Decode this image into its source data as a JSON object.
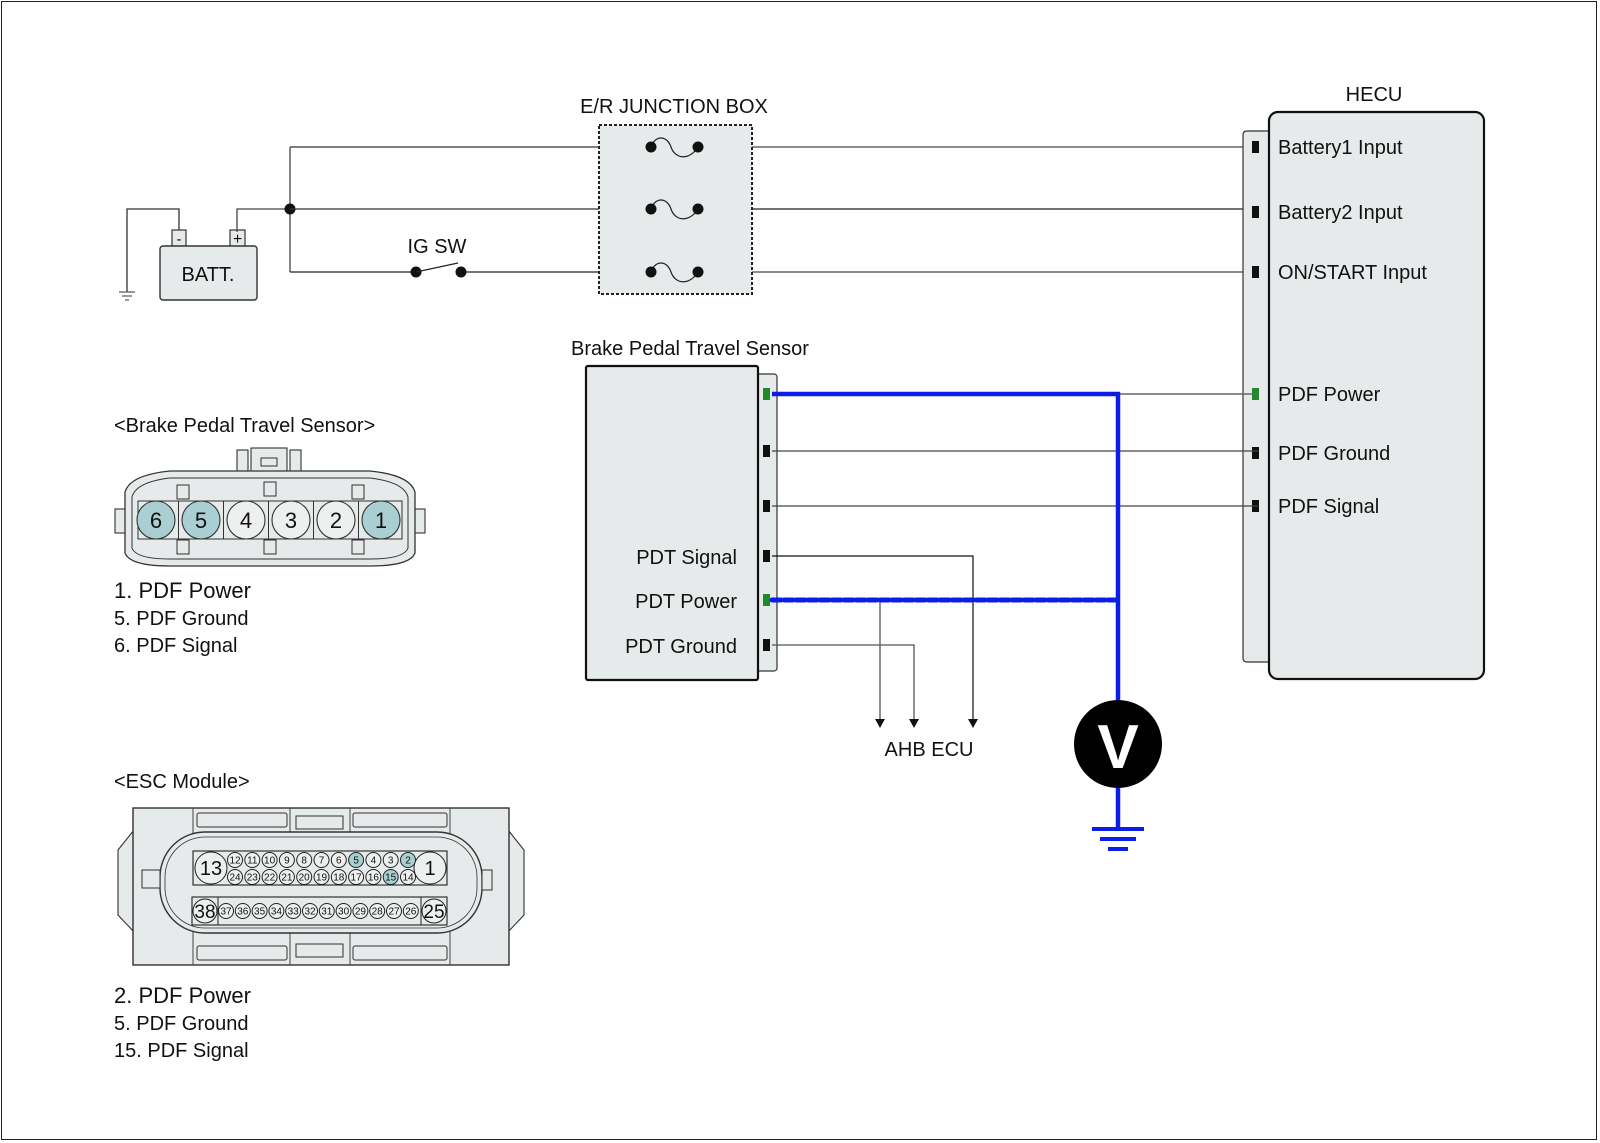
{
  "colors": {
    "measure_wire": "#0a1ee8",
    "power_label": "#1f8a2a",
    "component_fill": "#e6eaea",
    "pin_highlight": "#a9cfd3"
  },
  "battery": {
    "label": "BATT.",
    "neg": "-",
    "pos": "+"
  },
  "ig_switch": {
    "label": "IG SW"
  },
  "junction_box": {
    "title": "E/R JUNCTION BOX"
  },
  "hecu": {
    "title": "HECU",
    "pins": [
      "Battery1 Input",
      "Battery2 Input",
      "ON/START Input",
      "PDF Power",
      "PDF Ground",
      "PDF Signal"
    ]
  },
  "sensor": {
    "title": "Brake Pedal Travel Sensor",
    "pins": [
      "PDT Signal",
      "PDT Power",
      "PDT Ground"
    ]
  },
  "ahb_ecu": {
    "label": "AHB ECU"
  },
  "voltmeter": {
    "symbol": "V",
    "icon": "voltmeter-icon"
  },
  "bpts_connector": {
    "title": "<Brake Pedal Travel Sensor>",
    "pins": [
      "6",
      "5",
      "4",
      "3",
      "2",
      "1"
    ],
    "highlighted": [
      "6",
      "5",
      "1"
    ],
    "legend": [
      "1. PDF Power",
      "5. PDF Ground",
      "6. PDF Signal"
    ]
  },
  "esc_connector": {
    "title": "<ESC Module>",
    "row1_big_left": "13",
    "row1_top": [
      "12",
      "11",
      "10",
      "9",
      "8",
      "7",
      "6",
      "5",
      "4",
      "3",
      "2"
    ],
    "row1_bottom": [
      "24",
      "23",
      "22",
      "21",
      "20",
      "19",
      "18",
      "17",
      "16",
      "15",
      "14"
    ],
    "row1_big_right": "1",
    "row2_big_left": "38",
    "row2": [
      "37",
      "36",
      "35",
      "34",
      "33",
      "32",
      "31",
      "30",
      "29",
      "28",
      "27",
      "26"
    ],
    "row2_big_right": "25",
    "highlighted": [
      "5",
      "2",
      "15"
    ],
    "legend": [
      "2. PDF Power",
      "5. PDF Ground",
      "15. PDF Signal"
    ]
  }
}
